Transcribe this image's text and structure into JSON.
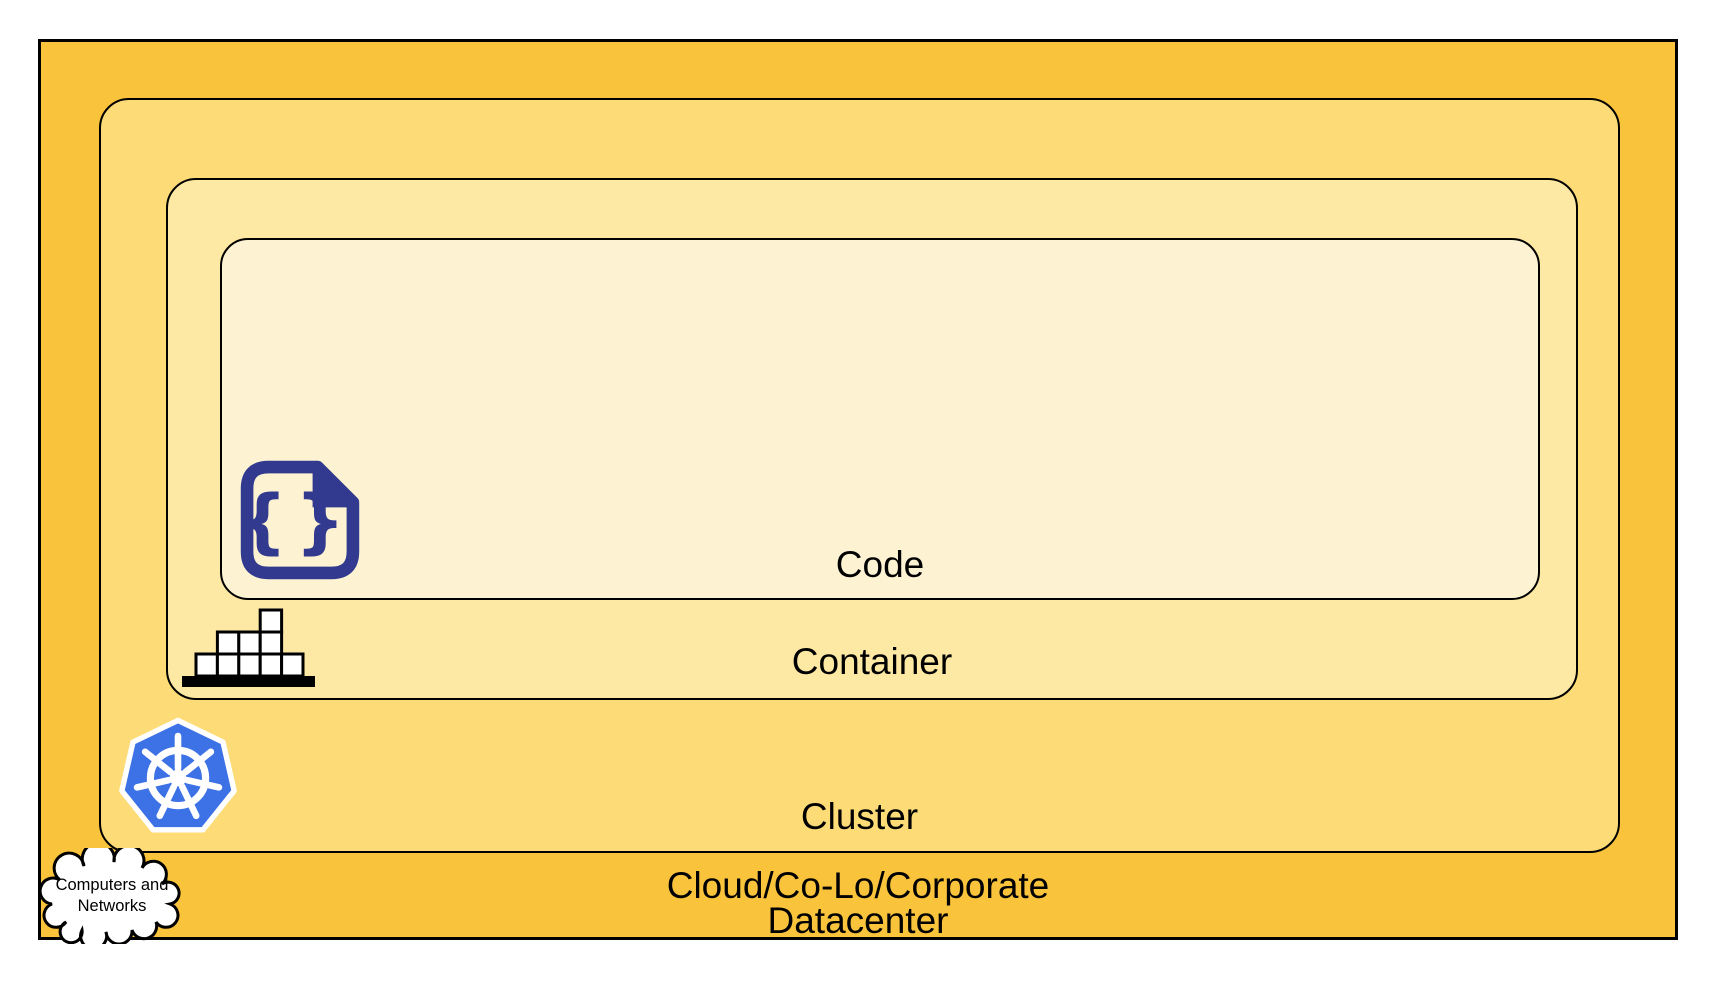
{
  "layers": {
    "code": {
      "label": "Code"
    },
    "container": {
      "label": "Container"
    },
    "cluster": {
      "label": "Cluster"
    },
    "datacenter": {
      "label_line1": "Cloud/Co-Lo/Corporate",
      "label_line2": "Datacenter"
    }
  },
  "cloud_icon": {
    "line1": "Computers and",
    "line2": "Networks"
  },
  "icons": {
    "code": "code-file-icon",
    "container": "container-blocks-icon",
    "cluster": "kubernetes-helm-icon",
    "datacenter": "cloud-icon"
  },
  "colors": {
    "outer-fill": "#F9C33C",
    "cluster-fill": "#FDDC77",
    "container-fill": "#FDE9A4",
    "code-fill": "#FDF3D3",
    "border": "#000000",
    "text": "#000000",
    "navy": "#313A8F",
    "k8s-blue": "#3C72E6",
    "icon-white": "#FFFFFF"
  }
}
